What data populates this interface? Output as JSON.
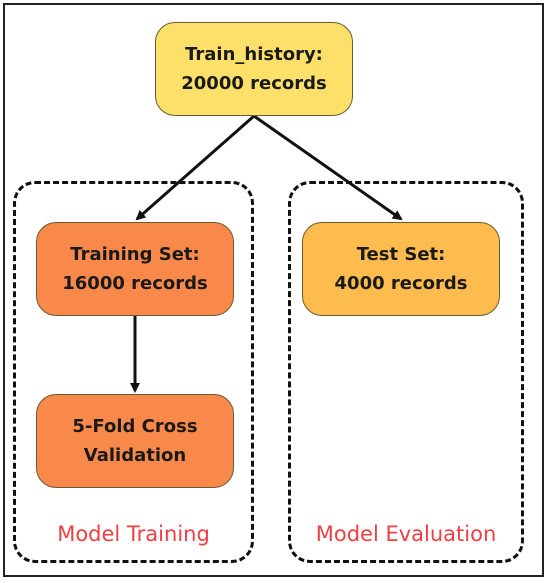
{
  "nodes": {
    "history": {
      "line1": "Train_history:",
      "line2": "20000 records",
      "fill": "#fce06a"
    },
    "training_set": {
      "line1": "Training Set:",
      "line2": "16000 records",
      "fill": "#f8894a"
    },
    "test_set": {
      "line1": "Test Set:",
      "line2": "4000 records",
      "fill": "#fdbc4d"
    },
    "cross_validation": {
      "line1": "5-Fold Cross",
      "line2": "Validation",
      "fill": "#f8894a"
    }
  },
  "groups": {
    "model_training": {
      "label": "Model Training"
    },
    "model_evaluation": {
      "label": "Model Evaluation"
    }
  },
  "colors": {
    "group_label": "#ef3f43",
    "arrow": "#111111"
  }
}
